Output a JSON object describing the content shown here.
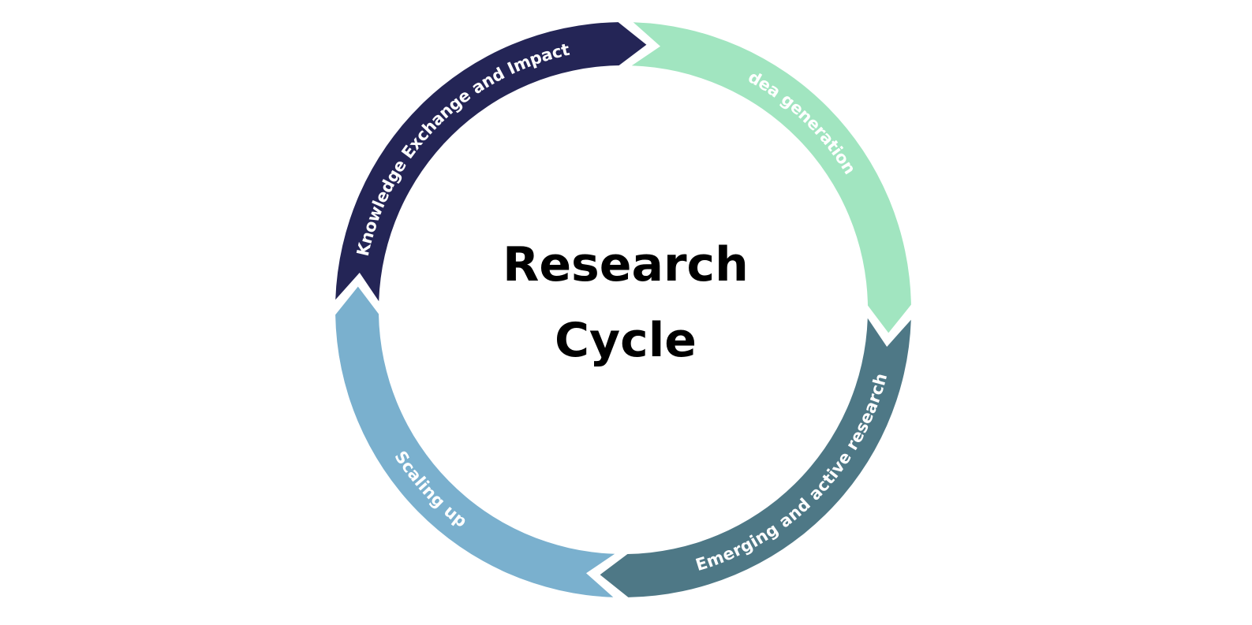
{
  "title": {
    "line1": "Research",
    "line2": "Cycle"
  },
  "stages": [
    {
      "id": "idea-generation",
      "label": "Idea generation",
      "color": "#A1E5C0",
      "text_color": "#FFFFFF"
    },
    {
      "id": "emerging-and-active-research",
      "label": "Emerging and active research",
      "color": "#4E7886",
      "text_color": "#FFFFFF"
    },
    {
      "id": "scaling-up",
      "label": "Scaling up",
      "color": "#7AB0CE",
      "text_color": "#FFFFFF"
    },
    {
      "id": "knowledge-exchange-and-impact",
      "label": "Knowledge Exchange and Impact",
      "color": "#242556",
      "text_color": "#FFFFFF"
    }
  ]
}
